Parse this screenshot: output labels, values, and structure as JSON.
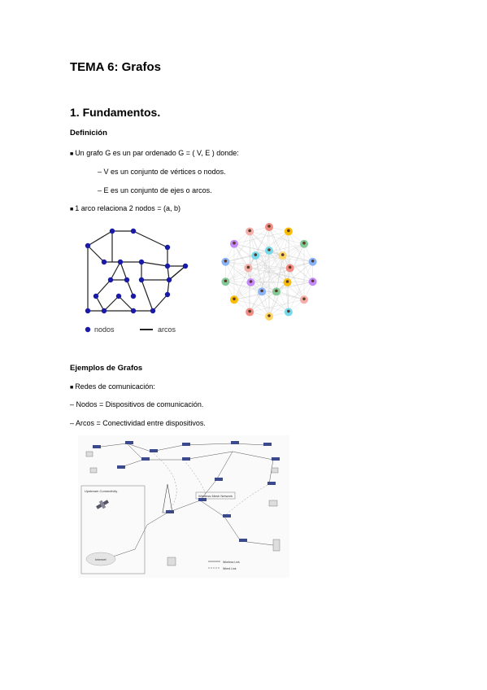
{
  "title": "TEMA 6: Grafos",
  "section": "1. Fundamentos.",
  "definicion": {
    "heading": "Definición",
    "line1": "Un grafo G es un par ordenado G = ( V, E ) donde:",
    "line2": "– V es un conjunto de vértices o nodos.",
    "line3": "– E es un conjunto de ejes o arcos.",
    "line4": "1 arco relaciona 2 nodos = (a, b)"
  },
  "legend": {
    "nodes_label": "nodos",
    "arcs_label": "arcos"
  },
  "ejemplos": {
    "heading": "Ejemplos de Grafos",
    "line1": "Redes de comunicación:",
    "line2": "– Nodos = Dispositivos de comunicación.",
    "line3": "– Arcos = Conectividad entre dispositivos."
  },
  "network": {
    "box_title": "Upstream Connectivity",
    "mesh_title": "Wireless Mesh Network",
    "internet_label": "Internet",
    "legend_wireless": "Wireless Link",
    "legend_wired": "Wired Link"
  },
  "colors": {
    "graph_node": "#1a1aa8",
    "graph_edge": "#222222"
  }
}
